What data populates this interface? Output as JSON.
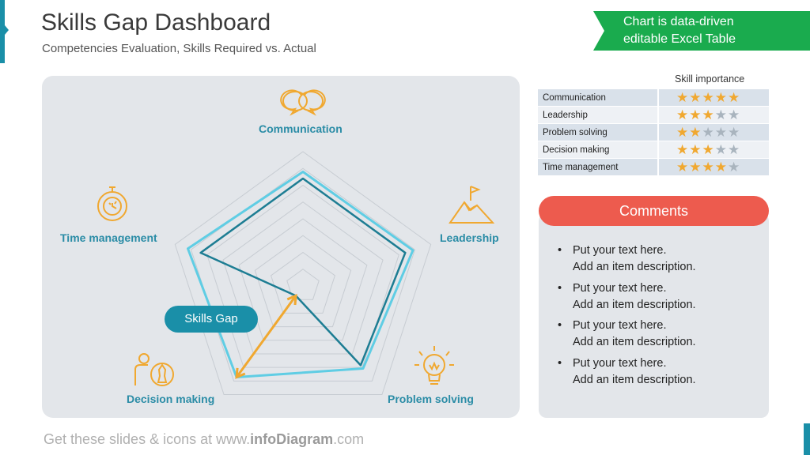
{
  "header": {
    "title": "Skills Gap Dashboard",
    "subtitle": "Competencies Evaluation, Skills Required vs. Actual"
  },
  "ribbon": {
    "line1": "Chart is data-driven",
    "line2": "editable Excel Table"
  },
  "skills_gap_label": "Skills Gap",
  "chart_data": {
    "type": "radar",
    "categories": [
      "Communication",
      "Leadership",
      "Problem solving",
      "Decision making",
      "Time management"
    ],
    "series": [
      {
        "values": [
          8.5,
          8.6,
          7.6,
          8.4,
          9.0
        ],
        "color": "#5fcde4"
      },
      {
        "values": [
          8.0,
          8.0,
          7.3,
          0.9,
          8.0
        ],
        "color": "#1d7d93"
      }
    ],
    "rings": 8,
    "max": 10,
    "grid": true,
    "gap_arrow_color": "#f0a830"
  },
  "icons": {
    "Communication": "speech-bubbles-icon",
    "Leadership": "mountain-flag-icon",
    "Problem solving": "lightbulb-icon",
    "Decision making": "person-chess-icon",
    "Time management": "stopwatch-icon"
  },
  "skill_importance": {
    "header": "Skill importance",
    "rows": [
      {
        "name": "Communication",
        "stars": 5
      },
      {
        "name": "Leadership",
        "stars": 3
      },
      {
        "name": "Problem  solving",
        "stars": 2
      },
      {
        "name": "Decision making",
        "stars": 3
      },
      {
        "name": "Time management",
        "stars": 4
      }
    ],
    "max_stars": 5
  },
  "comments": {
    "title": "Comments",
    "items": [
      {
        "line1": "Put your text here.",
        "line2": "Add an item description."
      },
      {
        "line1": "Put your text here.",
        "line2": "Add an item description."
      },
      {
        "line1": "Put your text here.",
        "line2": "Add an item description."
      },
      {
        "line1": "Put your text here.",
        "line2": "Add an item description."
      }
    ]
  },
  "footer": {
    "prefix": "Get these slides & icons at www.",
    "brand": "infoDiagram",
    "suffix": ".com"
  }
}
